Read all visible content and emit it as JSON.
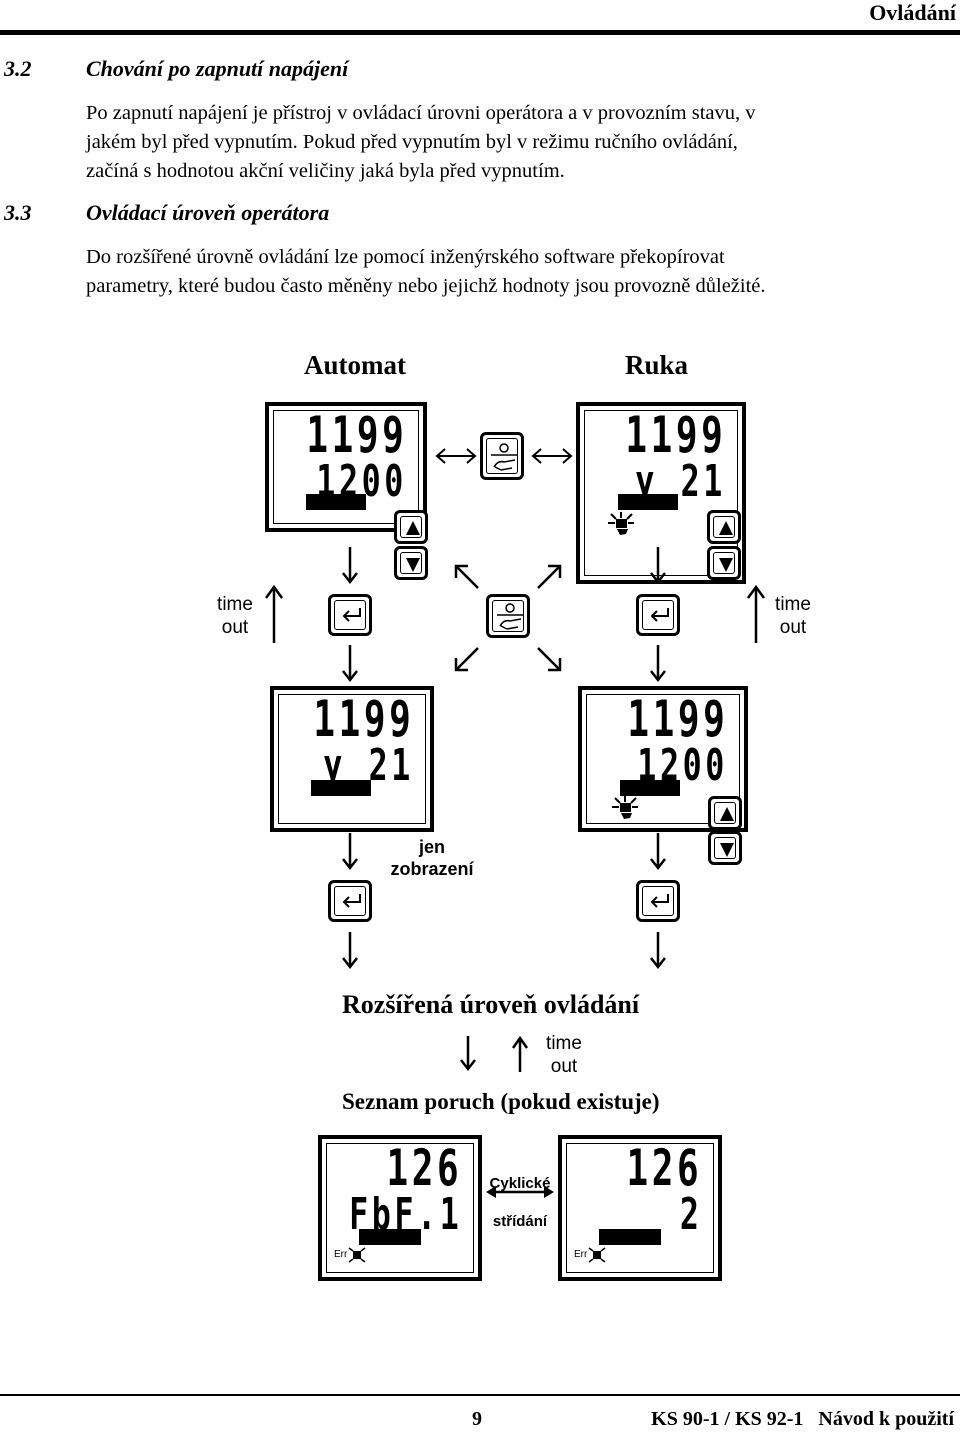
{
  "header": {
    "title": "Ovládání"
  },
  "sections": [
    {
      "number": "3.2",
      "title": "Chování po zapnutí napájení",
      "lines": [
        "Po zapnutí napájení je přístroj v ovládací úrovni operátora a v provozním stavu, v",
        "jakém byl před vypnutím. Pokud před vypnutím byl v režimu ručního ovládání,",
        "začíná s hodnotou akční veličiny jaká byla před vypnutím."
      ]
    },
    {
      "number": "3.3",
      "title": "Ovládací úroveň operátora",
      "lines": [
        "Do rozšířené úrovně ovládání lze pomocí inženýrského software překopírovat",
        "parametry, které budou často měněny nebo jejichž hodnoty jsou provozně důležité."
      ]
    }
  ],
  "diagram": {
    "col_automat": "Automat",
    "col_ruka": "Ruka",
    "timeout_line1": "time",
    "timeout_line2": "out",
    "jen_line1": "jen",
    "jen_line2": "zobrazení",
    "extended_level": "Rozšířená úroveň ovládání",
    "fault_list": "Seznam poruch (pokud existuje)",
    "cyclic_line1": "Cyklické",
    "cyclic_line2": "střídání",
    "err_label": "Err",
    "panels": {
      "auto_top": {
        "line1": "1199",
        "line2": "1200"
      },
      "hand_top": {
        "line1": "1199",
        "line2": "y 21"
      },
      "auto_bottom": {
        "line1": "1199",
        "line2": "y 21"
      },
      "hand_bottom": {
        "line1": "1199",
        "line2": "1200"
      },
      "fault_left": {
        "line1": "126",
        "line2": "FbF.1"
      },
      "fault_right": {
        "line1": "126",
        "line2": "2"
      }
    }
  },
  "footer": {
    "page": "9",
    "doc": "KS 90-1 / KS 92-1   Návod k použití"
  }
}
